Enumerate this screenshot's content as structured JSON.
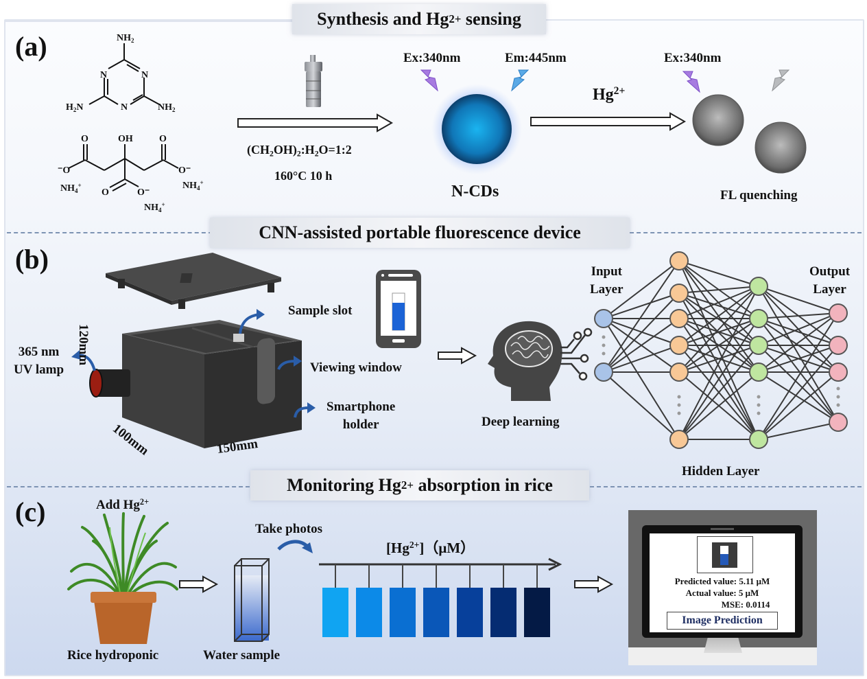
{
  "panels": {
    "a": {
      "label": "(a)",
      "title_prefix": "Synthesis and Hg",
      "title_sup": "2+",
      "title_suffix": " sensing",
      "melamine": {
        "top": "NH2",
        "left": "H2N",
        "right": "NH2",
        "ring_atoms": [
          "N",
          "N",
          "N"
        ]
      },
      "citrate": {
        "oh": "OH",
        "o_left": "O",
        "o_mid": "O",
        "o_right": "O",
        "o_minus": "-O",
        "nh4": "NH4+"
      },
      "conditions_line1": "(CH2OH)2:H2O=1:2",
      "conditions_line2": "160°C 10 h",
      "ncds": {
        "ex": "Ex:340nm",
        "em": "Em:445nm",
        "name": "N-CDs"
      },
      "hg_arrow_label": "Hg",
      "hg_arrow_sup": "2+",
      "quench": {
        "ex": "Ex:340nm",
        "caption": "FL quenching"
      }
    },
    "b": {
      "label": "(b)",
      "title": "CNN-assisted  portable fluorescence  device",
      "device": {
        "uv_lamp": [
          "365 nm",
          "UV lamp"
        ],
        "height": "120mm",
        "depth": "100mm",
        "width": "150mm",
        "sample_slot": "Sample slot",
        "viewing_window": "Viewing window",
        "smartphone_holder": [
          "Smartphone",
          "holder"
        ]
      },
      "deep_learning": "Deep learning",
      "network": {
        "input_label": [
          "Input",
          "Layer"
        ],
        "output_label": [
          "Output",
          "Layer"
        ],
        "hidden_label": "Hidden Layer",
        "colors": {
          "input": "#a9c3e8",
          "hidden1": "#f8c896",
          "hidden2": "#bfe6a0",
          "output": "#f2b3bd"
        }
      }
    },
    "c": {
      "label": "(c)",
      "title_prefix": "Monitoring Hg",
      "title_sup": "2+",
      "title_suffix": " absorption in rice",
      "add_hg": "Add Hg",
      "add_hg_sup": "2+",
      "rice_caption": "Rice hydroponic",
      "water_caption": "Water sample",
      "take_photos": "Take photos",
      "scale_label_prefix": "[Hg",
      "scale_label_sup": "2+",
      "scale_label_suffix": "]（μM）",
      "swatch_colors": [
        "#10a4f2",
        "#0c8ae8",
        "#0a6fd2",
        "#0a57b8",
        "#07409b",
        "#052c72",
        "#041a45"
      ],
      "monitor": {
        "predicted": "Predicted value: 5.11 μM",
        "actual": "Actual value: 5 μM",
        "mse": "MSE: 0.0114",
        "button": "Image Prediction"
      }
    }
  }
}
